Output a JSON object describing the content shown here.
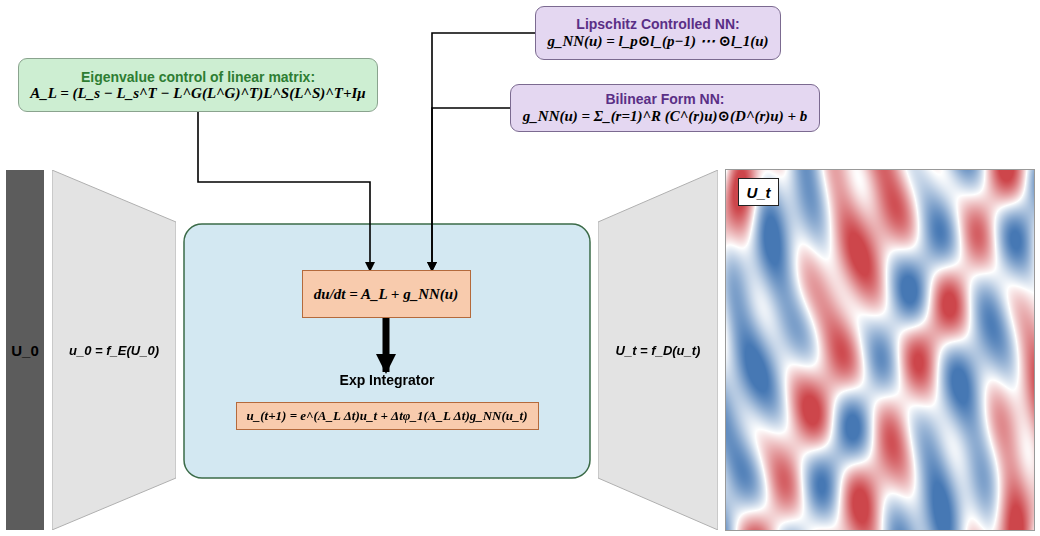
{
  "diagram": {
    "nodes": [
      {
        "text": [
          "Eigenvalue control of linear matrix:",
          "A_L = (L_s − L_s^T − L^G(L^G)^T)L^S(L^S)^T+Iμ"
        ]
      },
      {
        "text": [
          "Lipschitz Controlled NN:",
          "g_NN(u) = l_p⊙l_(p−1) ⋯ ⊙l_1(u)"
        ]
      },
      {
        "text": [
          "Bilinear Form NN:",
          "g_NN(u) = Σ_(r=1)^R (C^(r)u)⊙(D^(r)u) + b"
        ]
      },
      {
        "text": [
          "U_0"
        ]
      },
      {
        "text": [
          "u_0 = f_E(U_0)"
        ]
      },
      {
        "text": [
          "du/dt = A_L + g_NN(u)"
        ]
      },
      {
        "text": [
          "Exp Integrator",
          "u_(t+1) = e^(A_L Δt)u_t + Δtφ_1(A_L Δt)g_NN(u_t)"
        ]
      },
      {
        "text": [
          "U_t = f_D(u_t)"
        ]
      },
      {
        "text": [
          "U_t"
        ]
      }
    ],
    "edges": [
      {
        "from": 0,
        "to": 5,
        "arrow": "to"
      },
      {
        "from": 1,
        "to": 5,
        "arrow": "to"
      },
      {
        "from": 2,
        "to": 5,
        "arrow": "to"
      },
      {
        "from": 5,
        "to": 6,
        "arrow": "to"
      }
    ]
  }
}
